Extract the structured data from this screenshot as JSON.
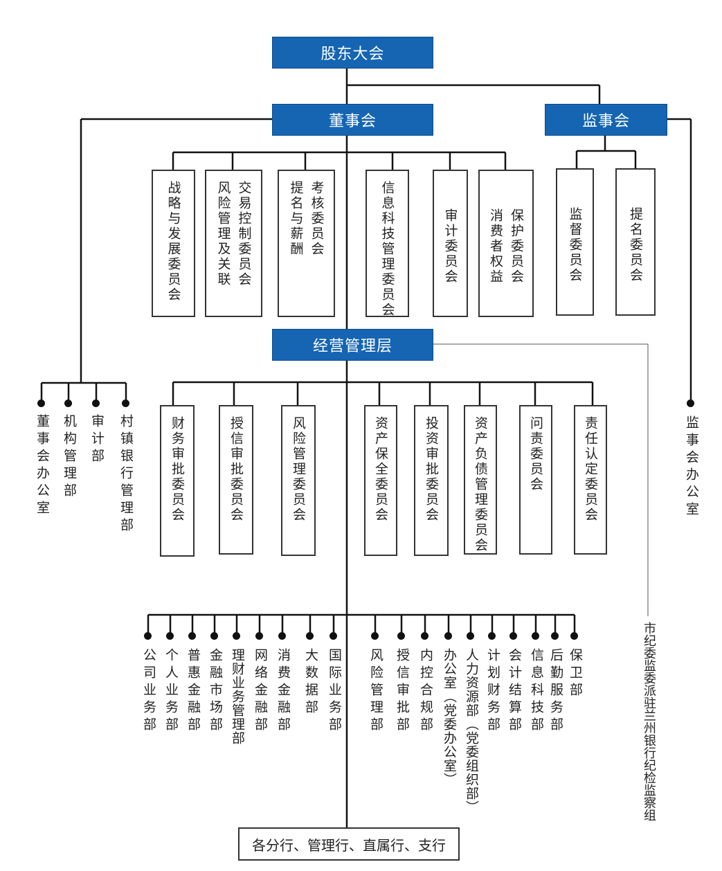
{
  "shareholders": "股东大会",
  "board": "董事会",
  "supervisors": "监事会",
  "management": "经营管理层",
  "board_committees": [
    {
      "lines": [
        "战略与发展委员会"
      ]
    },
    {
      "lines": [
        "交易控制委员会",
        "风险管理及关联"
      ]
    },
    {
      "lines": [
        "考核委员会",
        "提名与薪酬"
      ]
    },
    {
      "lines": [
        "信息科技管理委员会"
      ]
    },
    {
      "lines": [
        "审计委员会"
      ]
    },
    {
      "lines": [
        "保护委员会",
        "消费者权益"
      ]
    }
  ],
  "supervisor_committees": [
    "监督委员会",
    "提名委员会"
  ],
  "board_departments": [
    "董事会办公室",
    "机构管理部",
    "审计部",
    "村镇银行管理部"
  ],
  "supervisor_office": "监事会办公室",
  "mgmt_committees": [
    "财务审批委员会",
    "授信审批委员会",
    "风险管理委员会",
    "资产保全委员会",
    "投资审批委员会",
    "资产负债管理委员会",
    "问责委员会",
    "责任认定委员会"
  ],
  "left_departments": [
    "公司业务部",
    "个人业务部",
    "普惠金融部",
    "金融市场部",
    "理财业务管理部",
    "网络金融部",
    "消费金融部",
    "大数据部",
    "国际业务部"
  ],
  "right_departments": [
    "风险管理部",
    "授信审批部",
    "内控合规部",
    "办公室（党委办公室）",
    "人力资源部（党委组织部）",
    "计划财务部",
    "会计结算部",
    "信息科技部",
    "后勤服务部",
    "保卫部"
  ],
  "discipline": "市纪委监委派驻兰州银行纪检监察组",
  "branches": "各分行、管理行、直属行、支行",
  "colors": {
    "box_blue": "#1565b3",
    "line": "#111111"
  }
}
